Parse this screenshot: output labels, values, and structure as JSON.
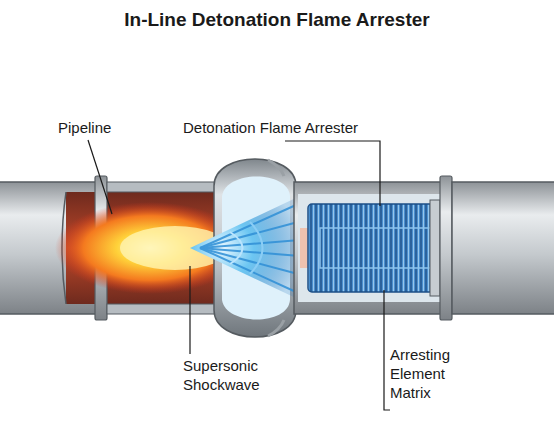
{
  "diagram": {
    "title": "In-Line Detonation Flame Arrester",
    "labels": [
      "Pipeline",
      "Detonation Flame Arrester",
      "Supersonic Shockwave",
      "Arresting Element Matrix"
    ]
  }
}
